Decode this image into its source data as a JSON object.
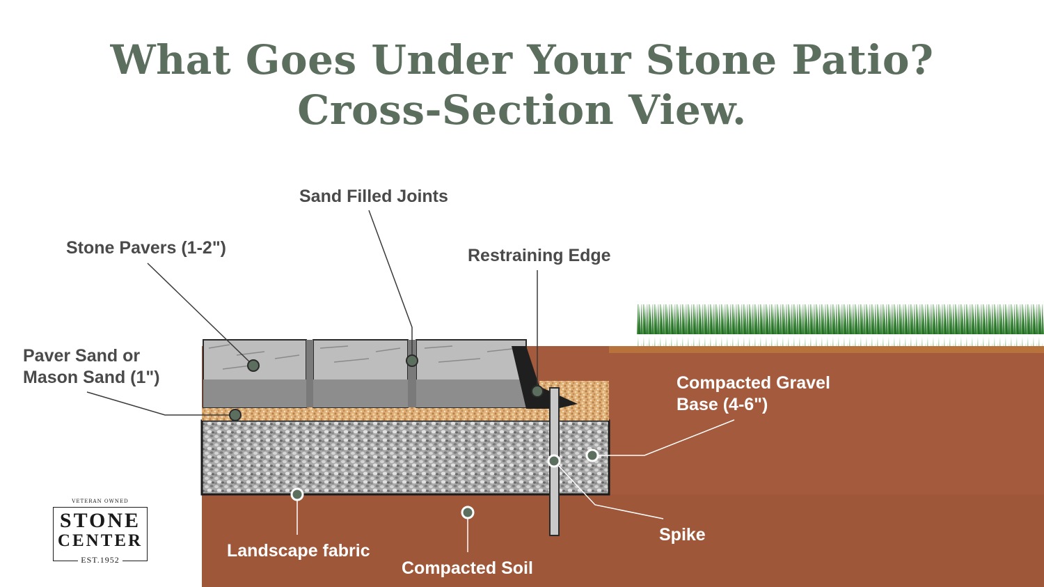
{
  "title_line1": "What Goes Under Your Stone Patio?",
  "title_line2": "Cross-Section View.",
  "labels": {
    "sand_filled_joints": "Sand Filled Joints",
    "stone_pavers": "Stone Pavers (1-2\")",
    "restraining_edge": "Restraining Edge",
    "paver_sand_line1": "Paver Sand or",
    "paver_sand_line2": "Mason Sand (1\")",
    "gravel_base_line1": "Compacted Gravel",
    "gravel_base_line2": "Base (4-6\")",
    "spike": "Spike",
    "landscape_fabric": "Landscape fabric",
    "compacted_soil": "Compacted Soil"
  },
  "logo": {
    "tagline": "VETERAN OWNED",
    "word1": "STONE",
    "word2": "CENTER",
    "established": "EST.1952"
  },
  "colors": {
    "title": "#5c6e5e",
    "soil": "#a0583c",
    "grass": "#2f7a2f",
    "paver": "#b8b8b8",
    "gravel": "#9a9a9a",
    "sand": "#d9a86a",
    "marker": "#5c6e5e"
  }
}
